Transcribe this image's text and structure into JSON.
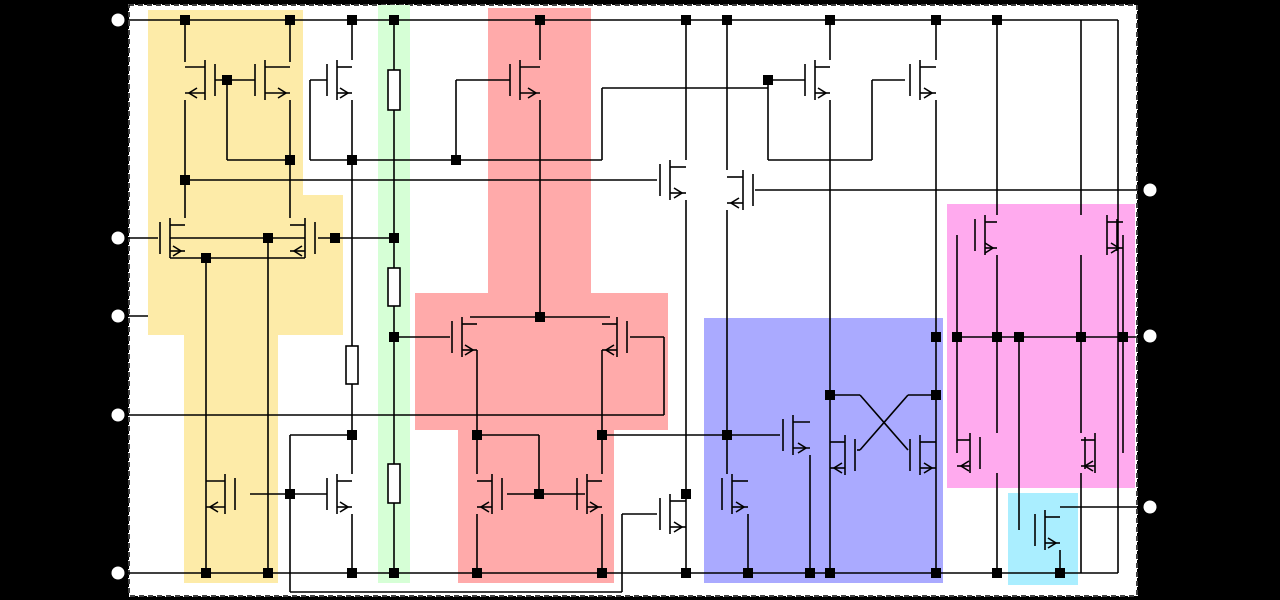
{
  "diagram": {
    "background": "#000000",
    "canvas_color": "#ffffff",
    "wire_color": "#000000",
    "terminal_color": "#ffffff",
    "regions": [
      {
        "id": "yellow-block",
        "color": "#fdeba8"
      },
      {
        "id": "green-block",
        "color": "#d6ffd6"
      },
      {
        "id": "red-block",
        "color": "#ffaaaa"
      },
      {
        "id": "blue-block",
        "color": "#aaaaff"
      },
      {
        "id": "magenta-block",
        "color": "#ffaaee"
      },
      {
        "id": "cyan-block",
        "color": "#aaeeff"
      }
    ]
  }
}
